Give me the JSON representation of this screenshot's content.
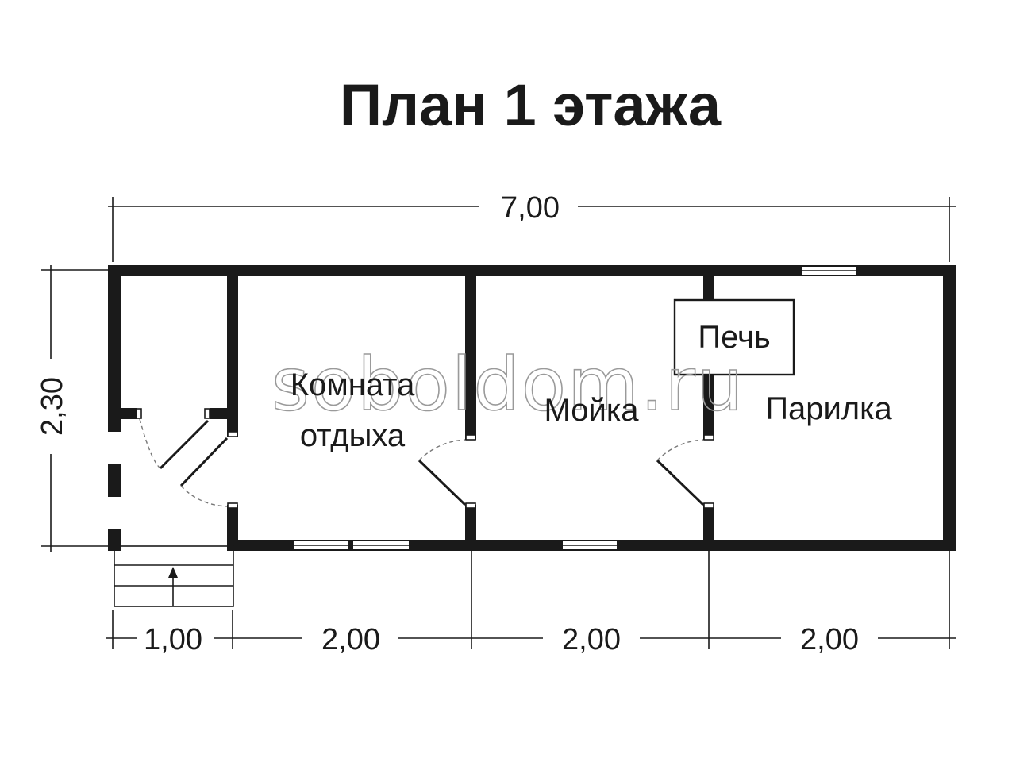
{
  "title": "План 1 этажа",
  "watermark": "soboldom.ru",
  "dimensions": {
    "total_length": "7,00",
    "width": "2,30",
    "segment_1": "1,00",
    "segment_2": "2,00",
    "segment_3": "2,00",
    "segment_4": "2,00"
  },
  "rooms": {
    "rest_room_line1": "Комната",
    "rest_room_line2": "отдыха",
    "washroom": "Мойка",
    "steam_room": "Парилка",
    "stove": "Печь"
  },
  "colors": {
    "walls": "#1a1a1a",
    "background": "#ffffff",
    "watermark": "#9a9a9a"
  }
}
